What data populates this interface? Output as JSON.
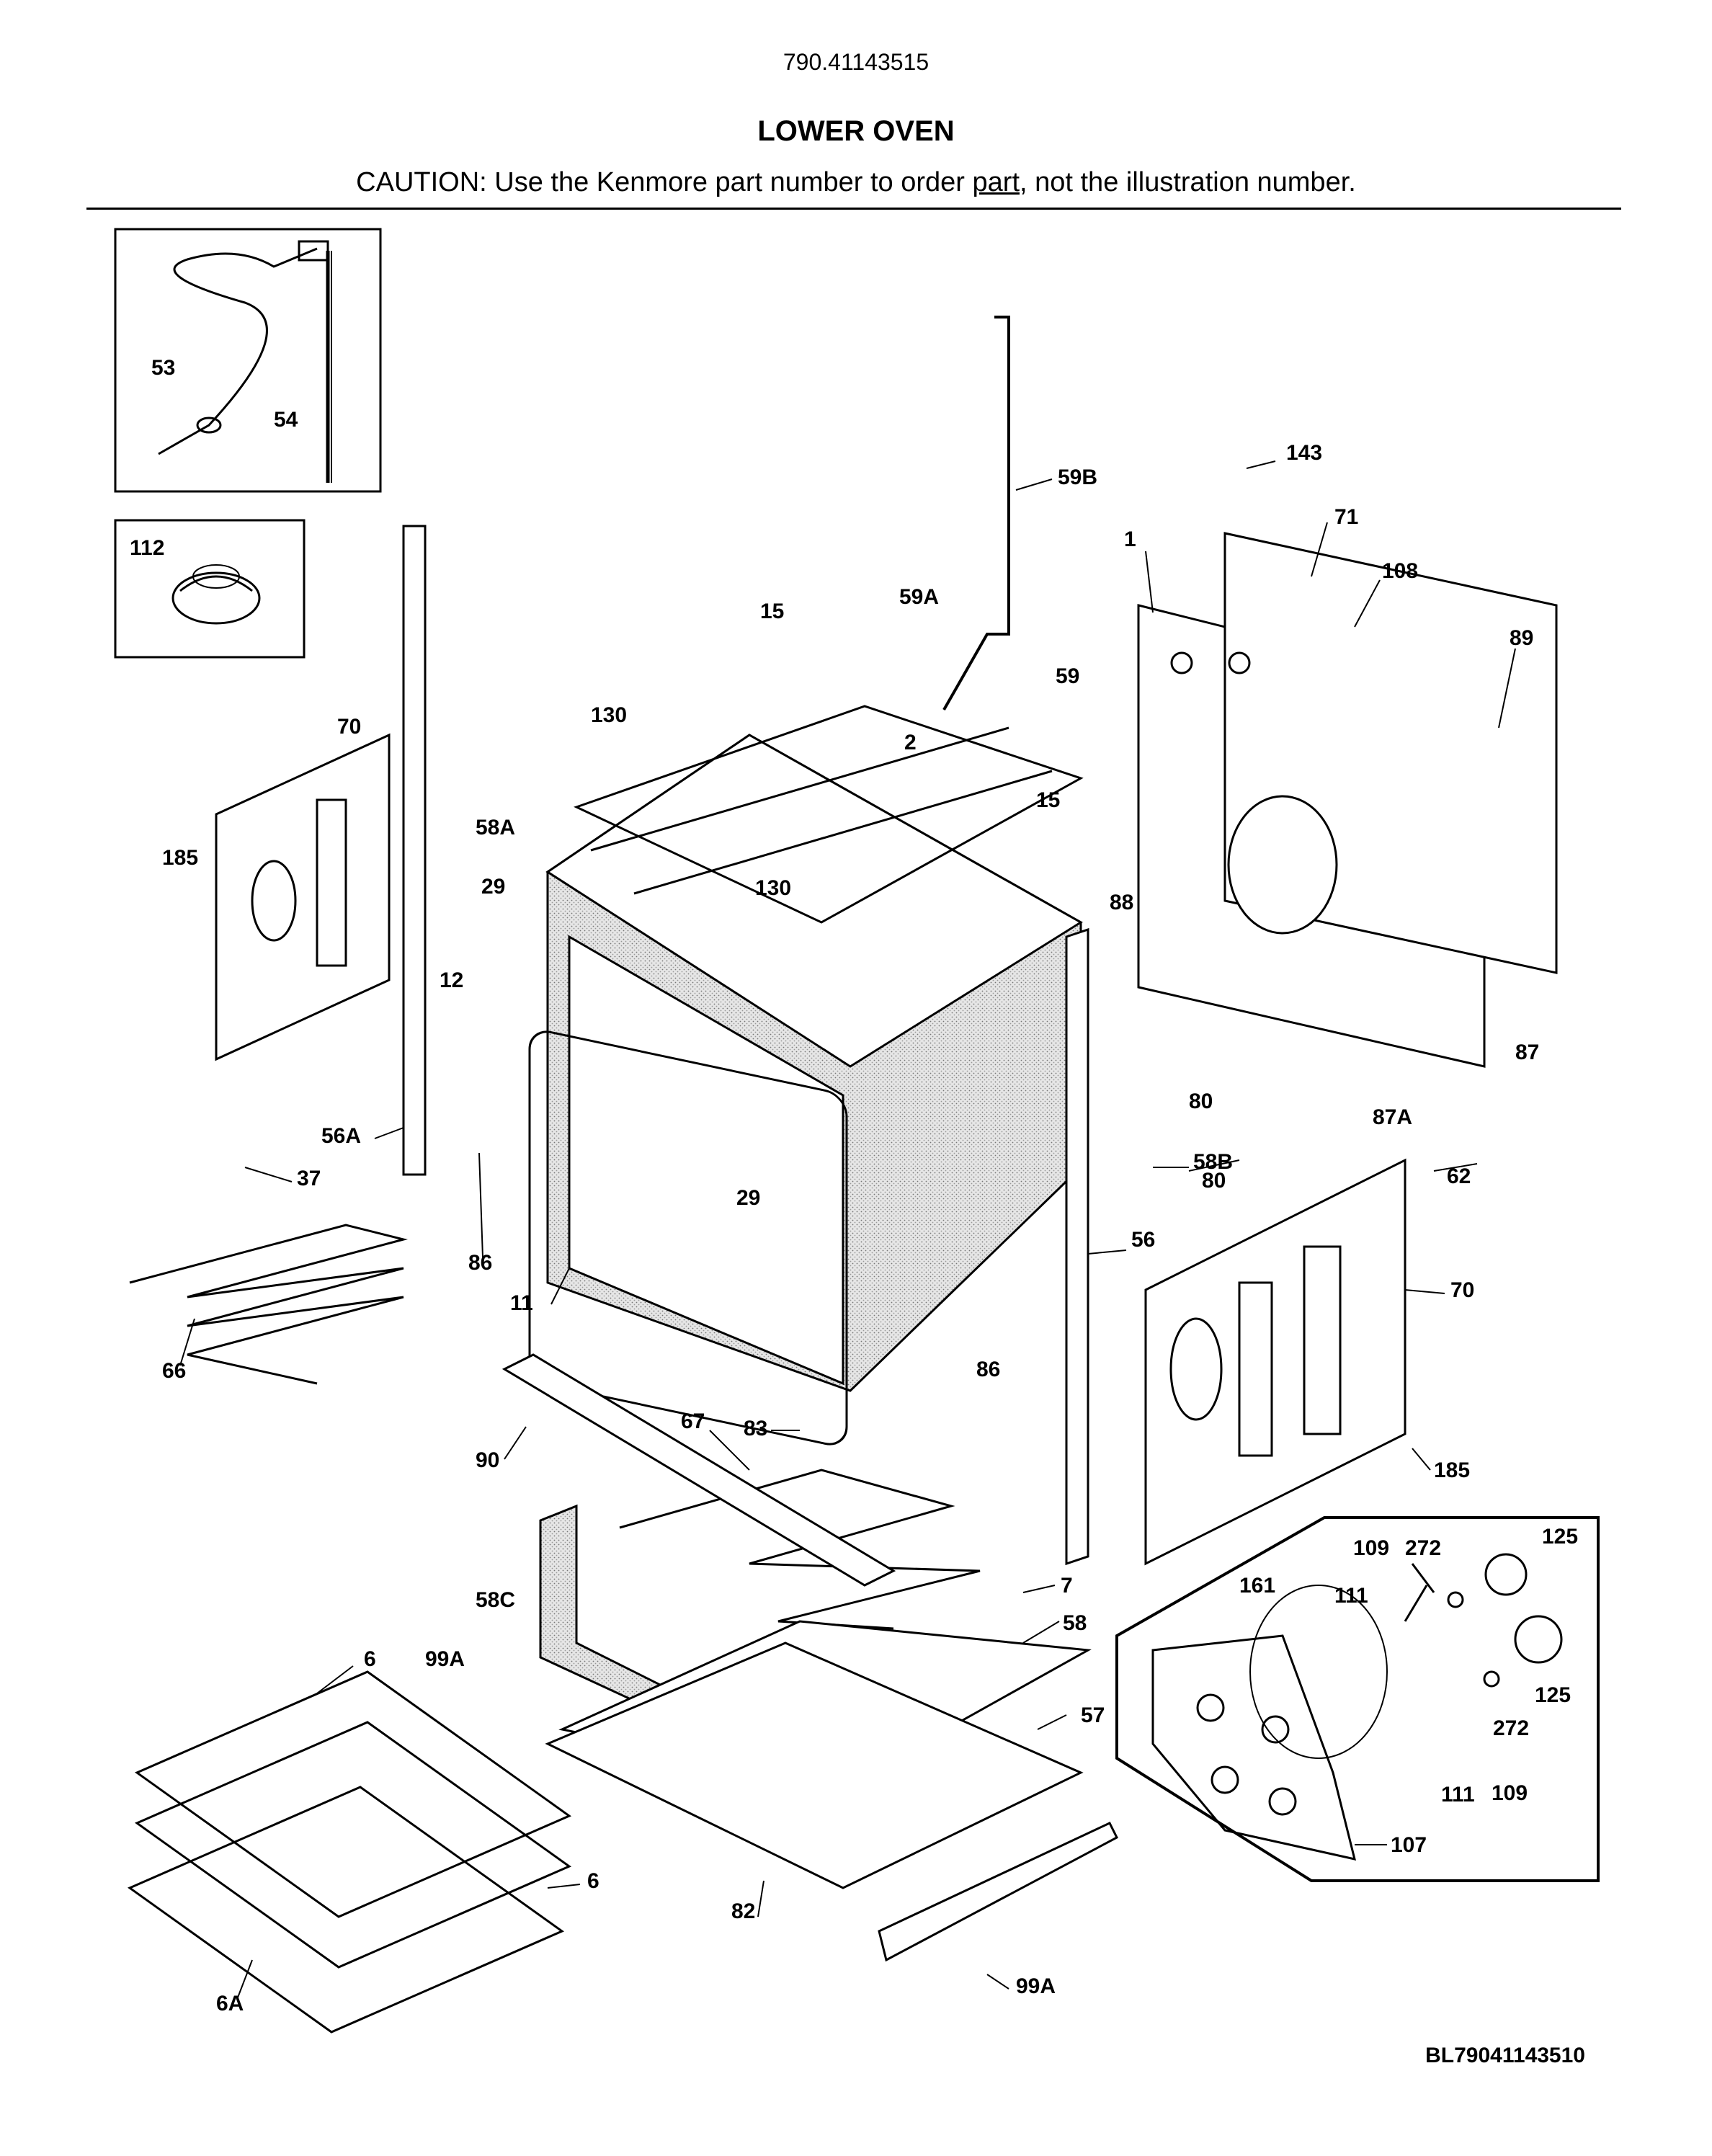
{
  "header": {
    "model_number": "790.41143515",
    "title": "LOWER OVEN",
    "caution_prefix": "CAUTION: Use the Kenmore part number to order ",
    "caution_link": "part",
    "caution_suffix": ", not the illustration number."
  },
  "footer": {
    "diagram_id": "BL79041143510"
  },
  "callouts": {
    "c1": "1",
    "c2": "2",
    "c6": "6",
    "c6b": "6",
    "c6A": "6A",
    "c7": "7",
    "c11": "11",
    "c12": "12",
    "c15a": "15",
    "c15b": "15",
    "c29a": "29",
    "c29b": "29",
    "c37": "37",
    "c53": "53",
    "c54": "54",
    "c56": "56",
    "c56A": "56A",
    "c57": "57",
    "c58": "58",
    "c58A": "58A",
    "c58B": "58B",
    "c58C": "58C",
    "c59": "59",
    "c59A": "59A",
    "c59B": "59B",
    "c62": "62",
    "c66": "66",
    "c67": "67",
    "c70a": "70",
    "c70b": "70",
    "c71": "71",
    "c80a": "80",
    "c80b": "80",
    "c82": "82",
    "c83": "83",
    "c86a": "86",
    "c86b": "86",
    "c87": "87",
    "c87A": "87A",
    "c88": "88",
    "c89": "89",
    "c90": "90",
    "c99Aa": "99A",
    "c99Ab": "99A",
    "c107": "107",
    "c108": "108",
    "c109a": "109",
    "c109b": "109",
    "c111a": "111",
    "c111b": "111",
    "c112": "112",
    "c125a": "125",
    "c125b": "125",
    "c130a": "130",
    "c130b": "130",
    "c143": "143",
    "c161": "161",
    "c185a": "185",
    "c185b": "185",
    "c272a": "272",
    "c272b": "272"
  }
}
